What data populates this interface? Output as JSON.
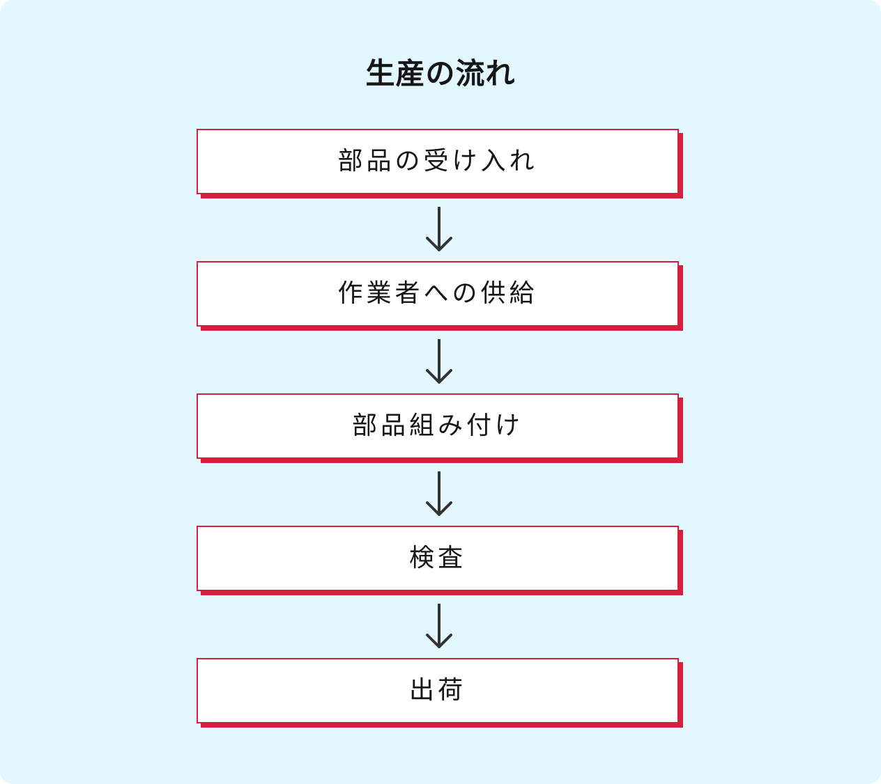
{
  "title": "生産の流れ",
  "steps": [
    {
      "label": "部品の受け入れ"
    },
    {
      "label": "作業者への供給"
    },
    {
      "label": "部品組み付け"
    },
    {
      "label": "検査"
    },
    {
      "label": "出荷"
    }
  ],
  "colors": {
    "background": "#e2f8fe",
    "accent": "#d81e3f",
    "box_fill": "#ffffff",
    "text": "#161616",
    "arrow": "#333333"
  },
  "icons": {
    "connector": "arrow-down-icon"
  }
}
